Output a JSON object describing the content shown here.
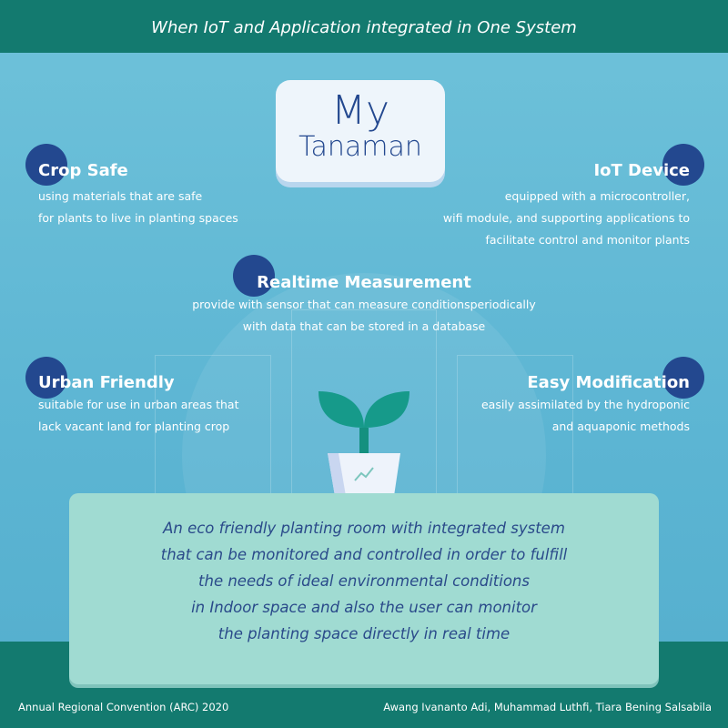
{
  "header": {
    "title": "When IoT and Application integrated in One System"
  },
  "logo": {
    "line1": "My",
    "line2": "Tanaman"
  },
  "features": [
    {
      "title": "Crop Safe",
      "lines": [
        "using materials that are safe",
        "for plants to live in planting spaces"
      ]
    },
    {
      "title": "IoT Device",
      "lines": [
        "equipped with a microcontroller,",
        "wifi module, and supporting applications to",
        "facilitate control and monitor plants"
      ]
    },
    {
      "title": "Realtime Measurement",
      "lines": [
        "provide with sensor that can measure conditionsperiodically",
        "with data that can be stored in a database"
      ]
    },
    {
      "title": "Urban Friendly",
      "lines": [
        "suitable for use in urban areas that",
        "lack vacant land for planting crop"
      ]
    },
    {
      "title": "Easy Modification",
      "lines": [
        "easily assimilated by the hydroponic",
        "and aquaponic methods"
      ]
    }
  ],
  "description": [
    "An eco friendly planting room with integrated system",
    "that can be monitored and controlled in order to fulfill",
    "the needs of ideal  environmental conditions",
    "in Indoor space and also the user can monitor",
    "the planting space directly in real time"
  ],
  "footer": {
    "left": "Annual Regional Convention (ARC) 2020",
    "right": "Awang Ivananto Adi, Muhammad Luthfi, Tiara Bening Salsabila"
  }
}
